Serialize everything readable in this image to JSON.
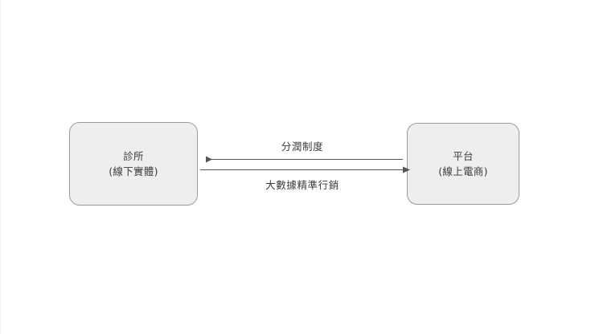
{
  "diagram": {
    "title": "",
    "background_color": "#ffffff",
    "node_fill": "#eeeeee",
    "node_border": "#9b9b9b",
    "text_color": "#3b3b3b",
    "arrow_color": "#555555",
    "nodes": [
      {
        "id": "clinic",
        "line1": "診所",
        "line2": "(線下實體)"
      },
      {
        "id": "platform",
        "line1": "平台",
        "line2": "(線上電商)"
      }
    ],
    "edges": [
      {
        "id": "revenue-share",
        "label": "分潤制度",
        "direction": "platform-to-clinic"
      },
      {
        "id": "bigdata-marketing",
        "label": "大數據精準行銷",
        "direction": "clinic-to-platform"
      }
    ]
  }
}
